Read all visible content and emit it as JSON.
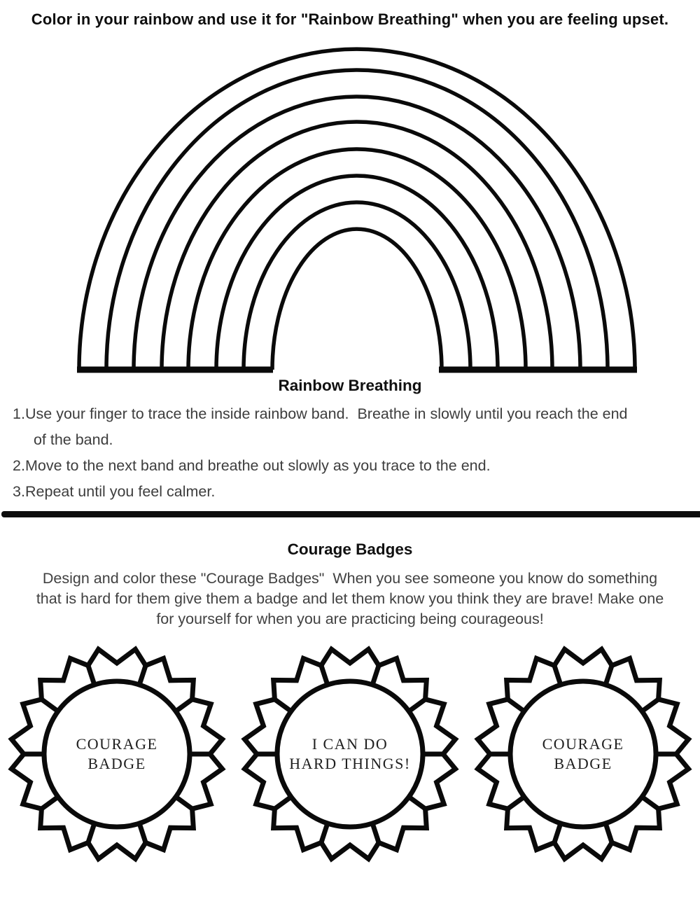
{
  "title": "Color in your rainbow and use it for \"Rainbow Breathing\" when you are feeling upset.",
  "rainbow_section": {
    "heading": "Rainbow Breathing",
    "band_count": 7,
    "steps": [
      {
        "num": "1.",
        "text": "Use your finger to trace the inside rainbow band.  Breathe in slowly until you reach the end\n  of the band."
      },
      {
        "num": "2.",
        "text": "Move to the next band and breathe out slowly as you trace to the end."
      },
      {
        "num": "3.",
        "text": "Repeat until you feel calmer."
      }
    ]
  },
  "badges_section": {
    "heading": "Courage Badges",
    "instructions": "Design and color these \"Courage Badges\"  When you see someone you know do something\nthat is hard for them give them a badge and let them know you think they are brave! Make one\nfor yourself for when you are practicing being courageous!",
    "badges": [
      {
        "line1": "COURAGE",
        "line2": "BADGE"
      },
      {
        "line1": "I CAN DO",
        "line2": "HARD THINGS!"
      },
      {
        "line1": "COURAGE",
        "line2": "BADGE"
      }
    ]
  },
  "colors": {
    "ink": "#0a0a0a",
    "body_text": "#3d3d3d",
    "divider": "#0d0d0d"
  }
}
